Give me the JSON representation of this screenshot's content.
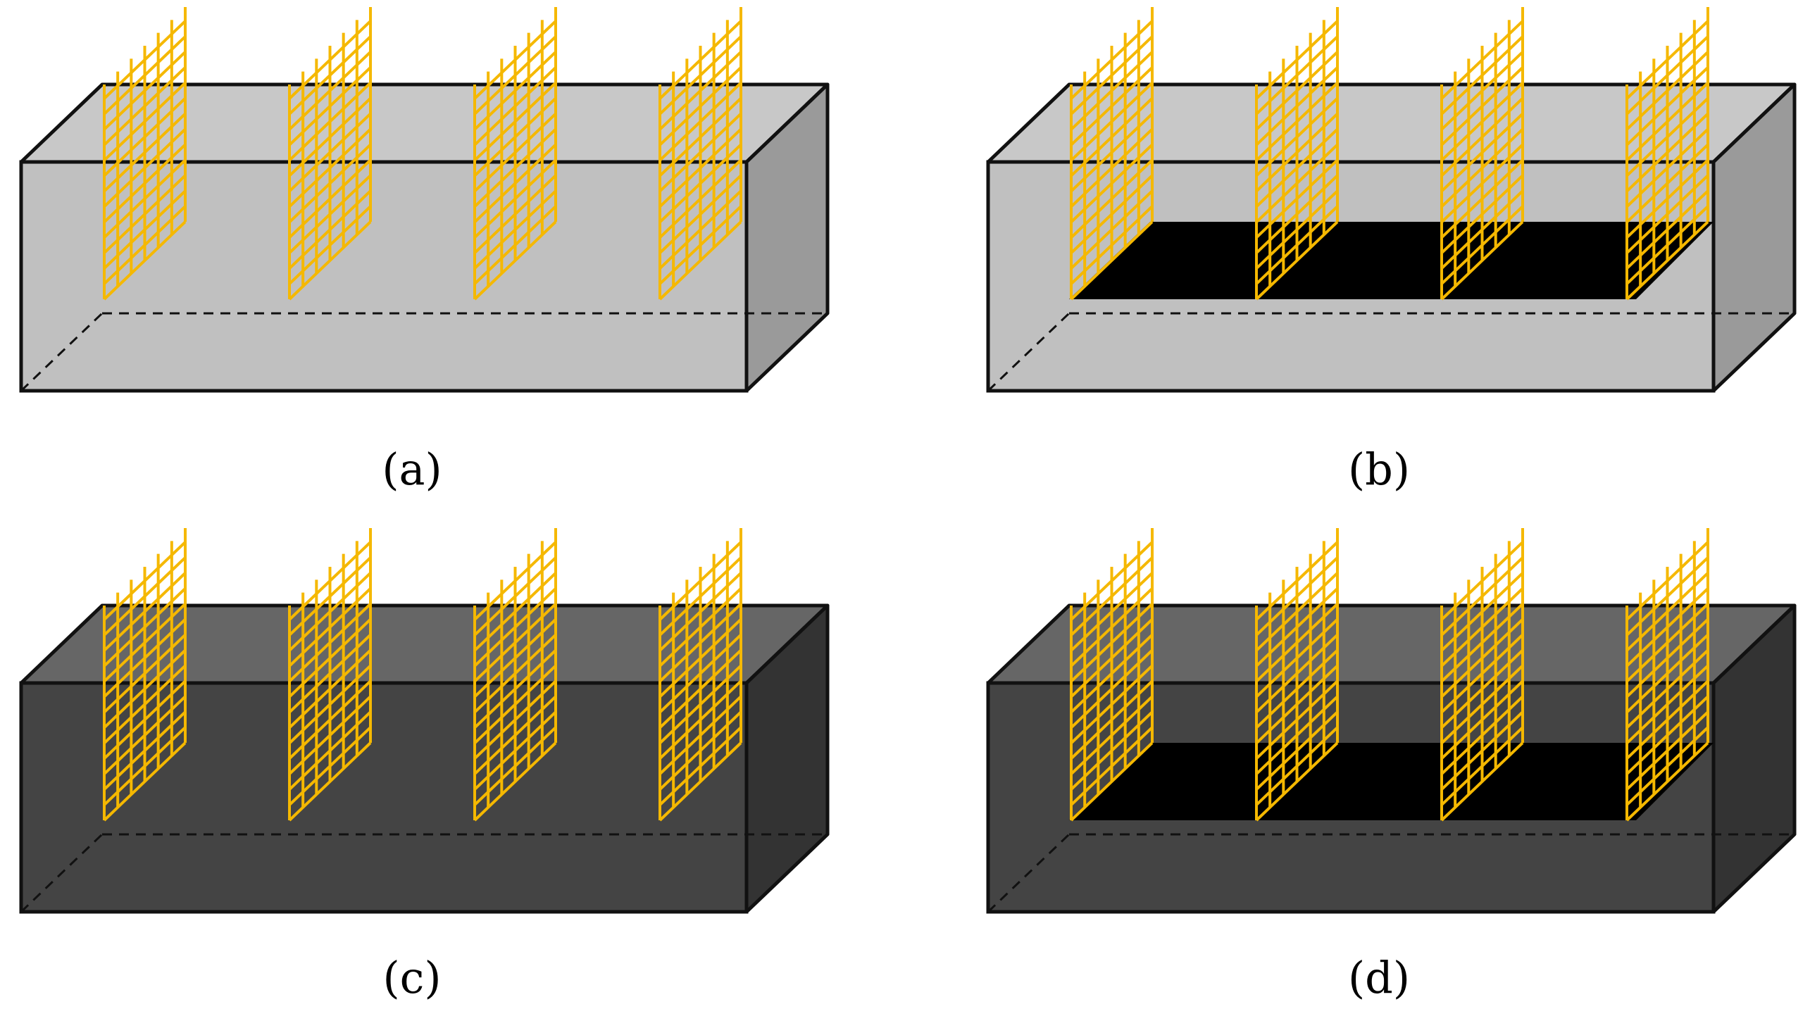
{
  "figure": {
    "panels": [
      {
        "id": "a",
        "caption": "(a)",
        "box_tone": "light",
        "has_black_layer": false,
        "mesh_count": 4
      },
      {
        "id": "b",
        "caption": "(b)",
        "box_tone": "light",
        "has_black_layer": true,
        "mesh_count": 4
      },
      {
        "id": "c",
        "caption": "(c)",
        "box_tone": "dark",
        "has_black_layer": false,
        "mesh_count": 4
      },
      {
        "id": "d",
        "caption": "(d)",
        "box_tone": "dark",
        "has_black_layer": true,
        "mesh_count": 4
      }
    ],
    "colors": {
      "mesh": "#f5b800",
      "outline": "#111111",
      "black_layer": "#000000",
      "light_box": {
        "top": "#c8c8c8",
        "front": "#c0c0c0",
        "side": "#9a9a9a"
      },
      "dark_box": {
        "top": "#666666",
        "front": "#444444",
        "side": "#333333"
      }
    }
  }
}
